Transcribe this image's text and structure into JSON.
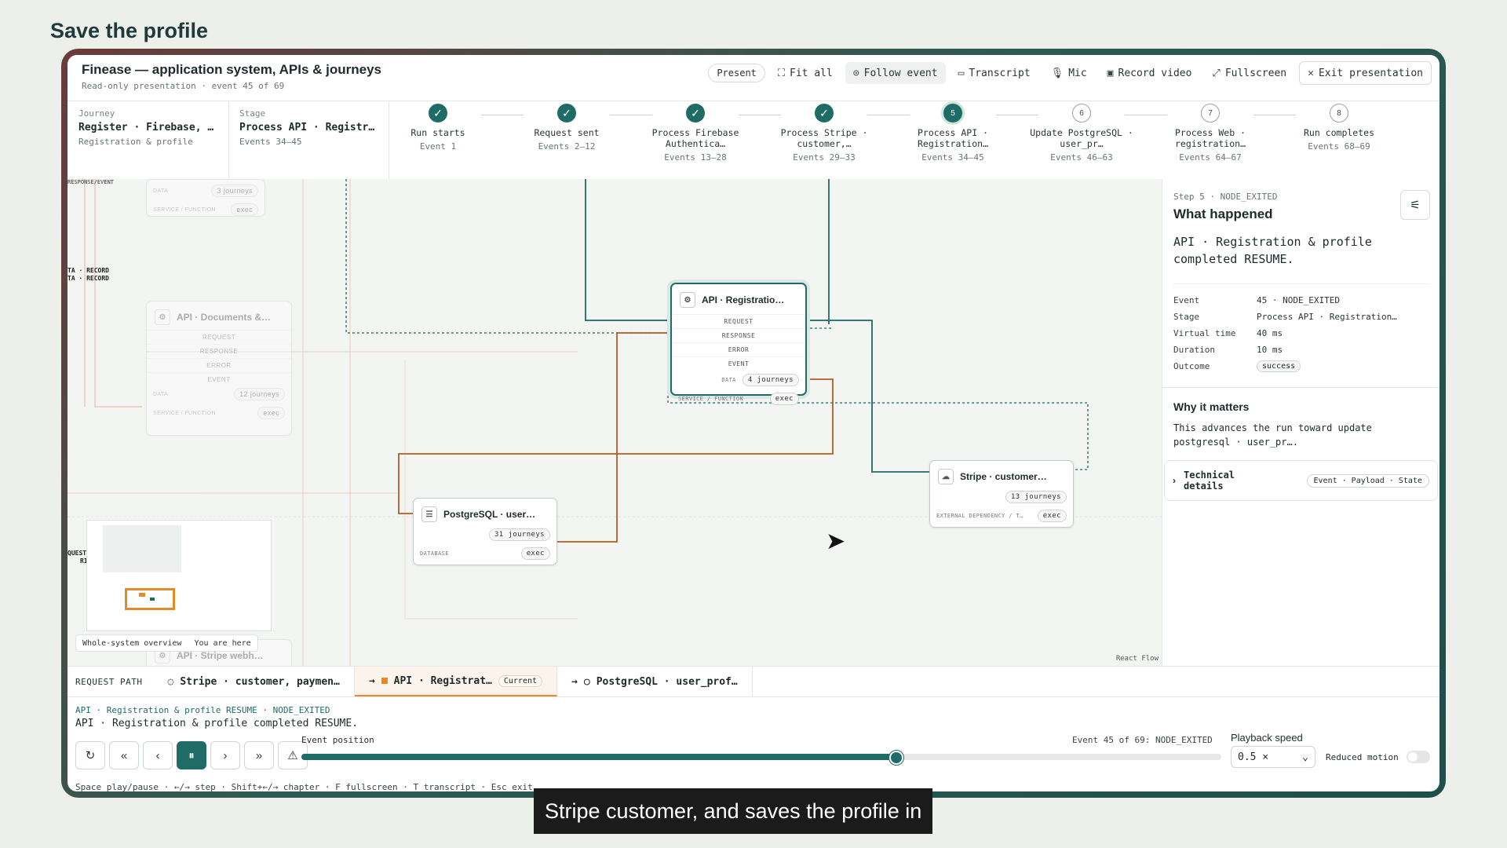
{
  "page_heading": "Save the profile",
  "app": {
    "title": "Finease — application system, APIs & journeys",
    "subtitle": "Read-only presentation · event 45 of 69"
  },
  "toolbar": {
    "present": "Present",
    "fit_all": "Fit all",
    "follow_event": "Follow event",
    "transcript": "Transcript",
    "mic": "Mic",
    "record_video": "Record video",
    "fullscreen": "Fullscreen",
    "exit": "Exit presentation"
  },
  "stagebar": {
    "journey_label": "Journey",
    "journey_value": "Register · Firebase, …",
    "journey_sub": "Registration & profile",
    "stage_label": "Stage",
    "stage_value": "Process API · Registr…",
    "stage_sub": "Events 34–45"
  },
  "steps": [
    {
      "num": "✓",
      "label": "Run starts",
      "events": "Event 1"
    },
    {
      "num": "✓",
      "label": "Request sent",
      "events": "Events 2–12"
    },
    {
      "num": "✓",
      "label": "Process Firebase Authentica…",
      "events": "Events 13–28"
    },
    {
      "num": "✓",
      "label": "Process Stripe · customer,…",
      "events": "Events 29–33"
    },
    {
      "num": "5",
      "label": "Process API · Registration…",
      "events": "Events 34–45"
    },
    {
      "num": "6",
      "label": "Update PostgreSQL · user_pr…",
      "events": "Events 46–63"
    },
    {
      "num": "7",
      "label": "Process Web · registration…",
      "events": "Events 64–67"
    },
    {
      "num": "8",
      "label": "Run completes",
      "events": "Events 68–69"
    }
  ],
  "canvas": {
    "api_node": {
      "title": "API · Registratio…",
      "ports": [
        "REQUEST",
        "RESPONSE",
        "ERROR",
        "EVENT"
      ],
      "data_label": "DATA",
      "journeys": "4 journeys",
      "kind": "SERVICE / FUNCTION",
      "exec": "exec"
    },
    "pg_node": {
      "title": "PostgreSQL · user…",
      "journeys": "31 journeys",
      "kind": "DATABASE",
      "exec": "exec"
    },
    "stripe_node": {
      "title": "Stripe · customer…",
      "journeys": "13 journeys",
      "kind": "EXTERNAL DEPENDENCY / T…",
      "exec": "exec"
    },
    "faded_docs": {
      "title": "API · Documents &…",
      "ports": [
        "REQUEST",
        "RESPONSE",
        "ERROR",
        "EVENT"
      ],
      "data_label": "DATA",
      "journeys": "12 journeys",
      "kind": "SERVICE / FUNCTION",
      "exec": "exec"
    },
    "faded_top": {
      "data_label": "DATA",
      "journeys": "3 journeys",
      "kind": "SERVICE / FUNCTION",
      "exec": "exec"
    },
    "faded_bottom_title": "API · Stripe webh…",
    "left_labels": [
      "RESPONSE/EVENT",
      "TA · RECORD",
      "TA · RECORD",
      "QUEST",
      "RI"
    ],
    "minimap_caption": "Whole-system overview",
    "minimap_here": "You are here",
    "credit": "React Flow"
  },
  "panel": {
    "step": "Step 5 · NODE_EXITED",
    "title": "What happened",
    "description": "API · Registration & profile completed RESUME.",
    "rows": [
      {
        "k": "Event",
        "v": "45 · NODE_EXITED"
      },
      {
        "k": "Stage",
        "v": "Process API · Registration…"
      },
      {
        "k": "Virtual time",
        "v": "40 ms"
      },
      {
        "k": "Duration",
        "v": "10 ms"
      }
    ],
    "outcome_label": "Outcome",
    "outcome": "success",
    "why_title": "Why it matters",
    "why_text": "This advances the run toward update postgresql · user_pr….",
    "tech_title": "Technical details",
    "tech_tags": "Event · Payload · State"
  },
  "request_path": {
    "label": "REQUEST PATH",
    "items": [
      {
        "label": "Stripe · customer, paymen…"
      },
      {
        "label": "API · Registrat…",
        "badge": "Current"
      },
      {
        "label": "PostgreSQL · user_prof…"
      }
    ]
  },
  "footer": {
    "event_head": "API · Registration & profile RESUME · NODE_EXITED",
    "event_line": "API · Registration & profile completed RESUME.",
    "position_label": "Event position",
    "event_count": "Event 45 of 69: NODE_EXITED",
    "progress": 0.645,
    "speed_label": "Playback speed",
    "speed_value": "0.5 ×",
    "reduced_motion": "Reduced motion",
    "shortcuts": "Space play/pause · ←/→ step · Shift+←/→ chapter · F fullscreen · T transcript · Esc exit"
  },
  "caption": "Stripe customer, and saves the profile in",
  "colors": {
    "accent": "#1f6b66",
    "current": "#e38a2a"
  }
}
